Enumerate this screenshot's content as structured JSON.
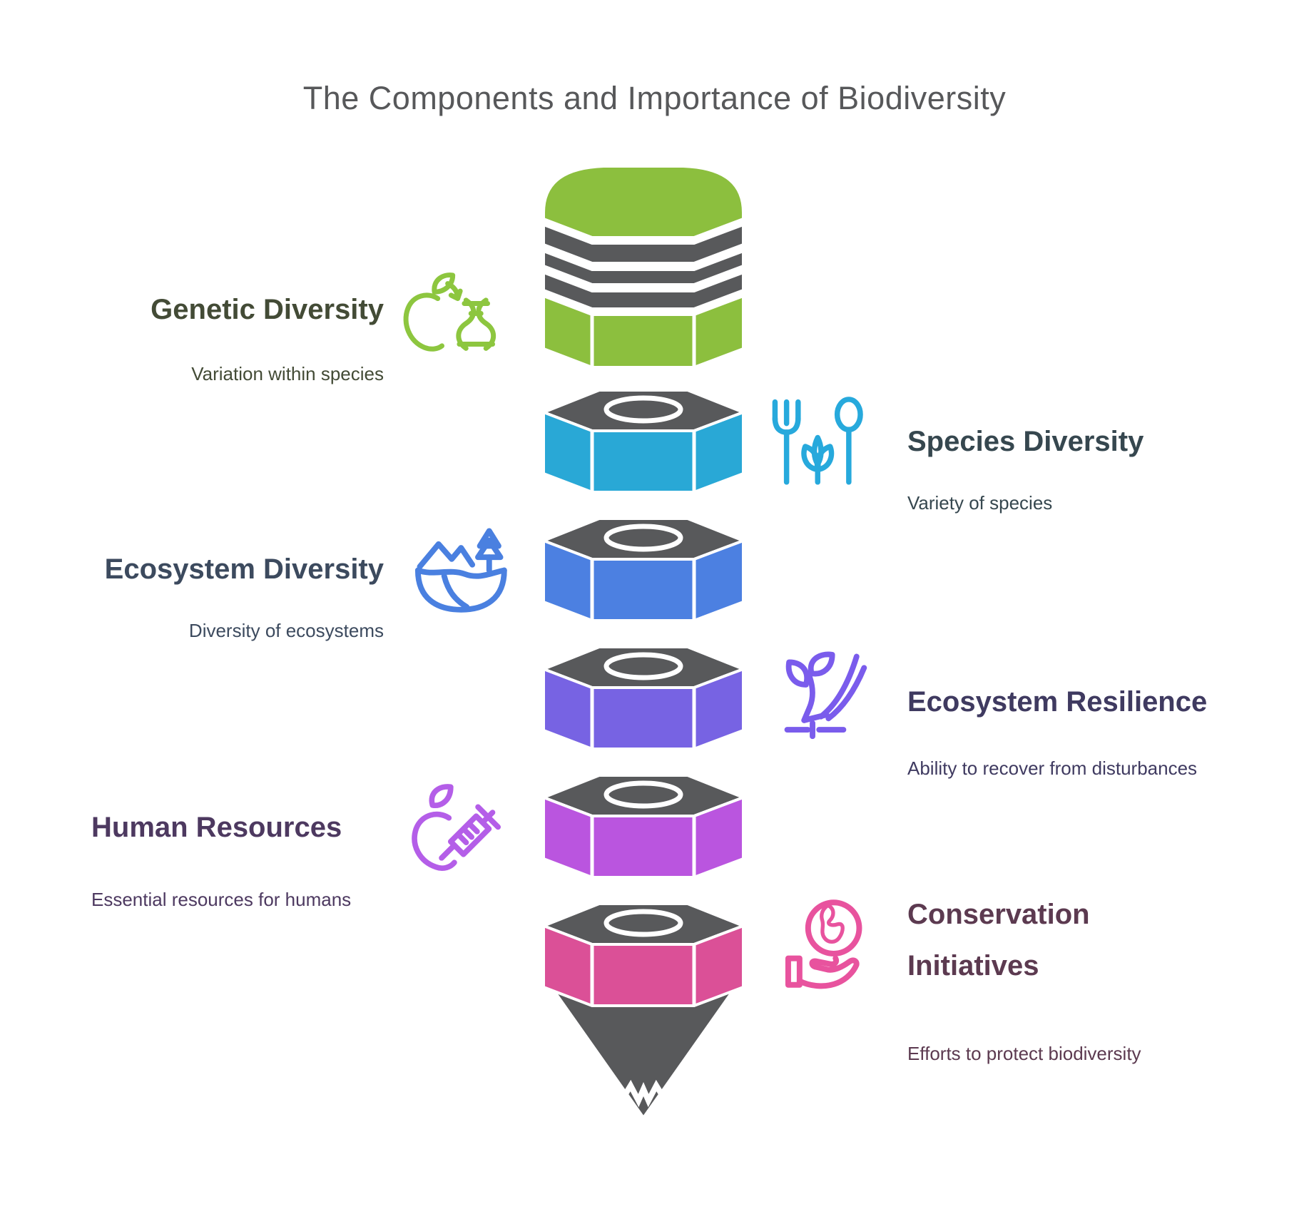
{
  "page_title": "The Components and Importance of Biodiversity",
  "palette": {
    "background": "#FFFFFF",
    "pencil_gray": "#58595B",
    "separator_white": "#FFFFFF",
    "title_gray": "#57585A"
  },
  "items": [
    {
      "id": "genetic-diversity",
      "side": "left",
      "title": "Genetic Diversity",
      "subtitle": "Variation within species",
      "segment_color": "#8CBF3E",
      "icon": "apple-dna-icon",
      "icon_color": "#8DC63F",
      "text_color": "#434B36"
    },
    {
      "id": "species-diversity",
      "side": "right",
      "title": "Species Diversity",
      "subtitle": "Variety of species",
      "segment_color": "#29A8D6",
      "icon": "fork-plant-spoon-icon",
      "icon_color": "#27A9DC",
      "text_color": "#36474F"
    },
    {
      "id": "ecosystem-diversity",
      "side": "left",
      "title": "Ecosystem Diversity",
      "subtitle": "Diversity of ecosystems",
      "segment_color": "#4C80E1",
      "icon": "mountains-tree-globe-icon",
      "icon_color": "#4A80E0",
      "text_color": "#3C4A5E"
    },
    {
      "id": "ecosystem-resilience",
      "side": "right",
      "title": "Ecosystem Resilience",
      "subtitle": "Ability to recover from disturbances",
      "segment_color": "#7763E3",
      "icon": "bent-sprout-icon",
      "icon_color": "#7A5CEC",
      "text_color": "#3F3A60"
    },
    {
      "id": "human-resources",
      "side": "left",
      "title": "Human Resources",
      "subtitle": "Essential resources for humans",
      "segment_color": "#BA55DF",
      "icon": "apple-syringe-icon",
      "icon_color": "#B45EE8",
      "text_color": "#4D3960"
    },
    {
      "id": "conservation-initiatives",
      "side": "right",
      "title": "Conservation Initiatives",
      "title_line1": "Conservation",
      "title_line2": "Initiatives",
      "subtitle": "Efforts to protect biodiversity",
      "segment_color": "#DB5097",
      "icon": "globe-in-hand-icon",
      "icon_color": "#E8539E",
      "text_color": "#5C3A50"
    }
  ]
}
